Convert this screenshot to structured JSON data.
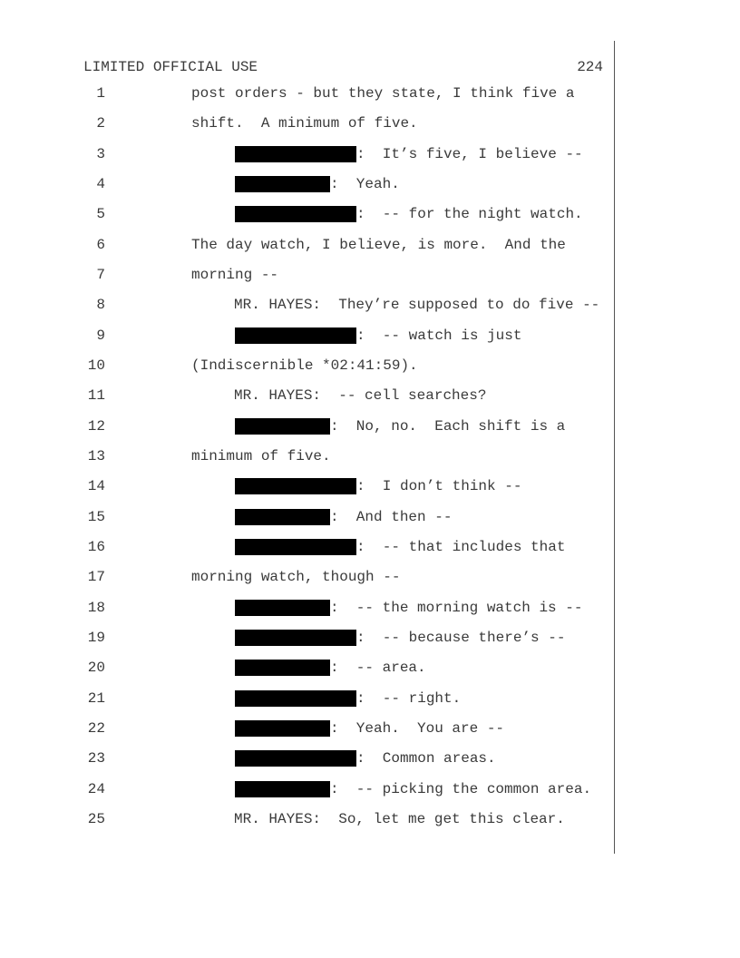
{
  "header": {
    "classification": "LIMITED OFFICIAL USE",
    "page_number": "224"
  },
  "lines": [
    {
      "n": "1",
      "type": "body",
      "text": "post orders - but they state, I think five a"
    },
    {
      "n": "2",
      "type": "body",
      "text": "shift.  A minimum of five."
    },
    {
      "n": "3",
      "type": "redacted",
      "text": ":  It’s five, I believe --"
    },
    {
      "n": "4",
      "type": "redacted",
      "text": ":  Yeah."
    },
    {
      "n": "5",
      "type": "redacted",
      "text": ":  -- for the night watch."
    },
    {
      "n": "6",
      "type": "body",
      "text": "The day watch, I believe, is more.  And the"
    },
    {
      "n": "7",
      "type": "body",
      "text": "morning --"
    },
    {
      "n": "8",
      "type": "speaker",
      "text": "MR. HAYES:  They’re supposed to do five --"
    },
    {
      "n": "9",
      "type": "redacted",
      "text": ":  -- watch is just"
    },
    {
      "n": "10",
      "type": "body",
      "text": "(Indiscernible *02:41:59)."
    },
    {
      "n": "11",
      "type": "speaker",
      "text": "MR. HAYES:  -- cell searches?"
    },
    {
      "n": "12",
      "type": "redacted",
      "text": ":  No, no.  Each shift is a"
    },
    {
      "n": "13",
      "type": "body",
      "text": "minimum of five."
    },
    {
      "n": "14",
      "type": "redacted",
      "text": ":  I don’t think --"
    },
    {
      "n": "15",
      "type": "redacted",
      "text": ":  And then --"
    },
    {
      "n": "16",
      "type": "redacted",
      "text": ":  -- that includes that"
    },
    {
      "n": "17",
      "type": "body",
      "text": "morning watch, though --"
    },
    {
      "n": "18",
      "type": "redacted",
      "text": ":  -- the morning watch is --"
    },
    {
      "n": "19",
      "type": "redacted",
      "text": ":  -- because there’s --"
    },
    {
      "n": "20",
      "type": "redacted",
      "text": ":  -- area."
    },
    {
      "n": "21",
      "type": "redacted",
      "text": ":  -- right."
    },
    {
      "n": "22",
      "type": "redacted",
      "text": ":  Yeah.  You are --"
    },
    {
      "n": "23",
      "type": "redacted",
      "text": ":  Common areas."
    },
    {
      "n": "24",
      "type": "redacted",
      "text": ":  -- picking the common area."
    },
    {
      "n": "25",
      "type": "speaker",
      "text": "MR. HAYES:  So, let me get this clear."
    }
  ]
}
